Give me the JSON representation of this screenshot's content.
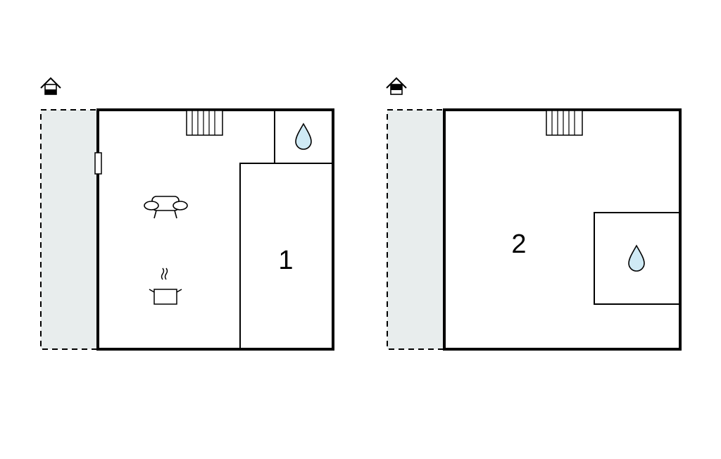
{
  "floors": [
    {
      "id": "ground",
      "floor_icon": "house-ground-floor-icon",
      "terrace": "dashed-terrace",
      "rooms": [
        {
          "label": "1"
        }
      ],
      "fixtures": [
        "stairs-icon",
        "water-drop-icon",
        "sofa-icon",
        "cooking-pot-icon",
        "window"
      ]
    },
    {
      "id": "upper",
      "floor_icon": "house-upper-floor-icon",
      "terrace": "dashed-terrace",
      "rooms": [
        {
          "label": "2"
        }
      ],
      "fixtures": [
        "stairs-icon",
        "water-drop-icon"
      ]
    }
  ],
  "colors": {
    "wall": "#000000",
    "terrace_fill": "#e8eded",
    "water": "#cfeaf5"
  }
}
